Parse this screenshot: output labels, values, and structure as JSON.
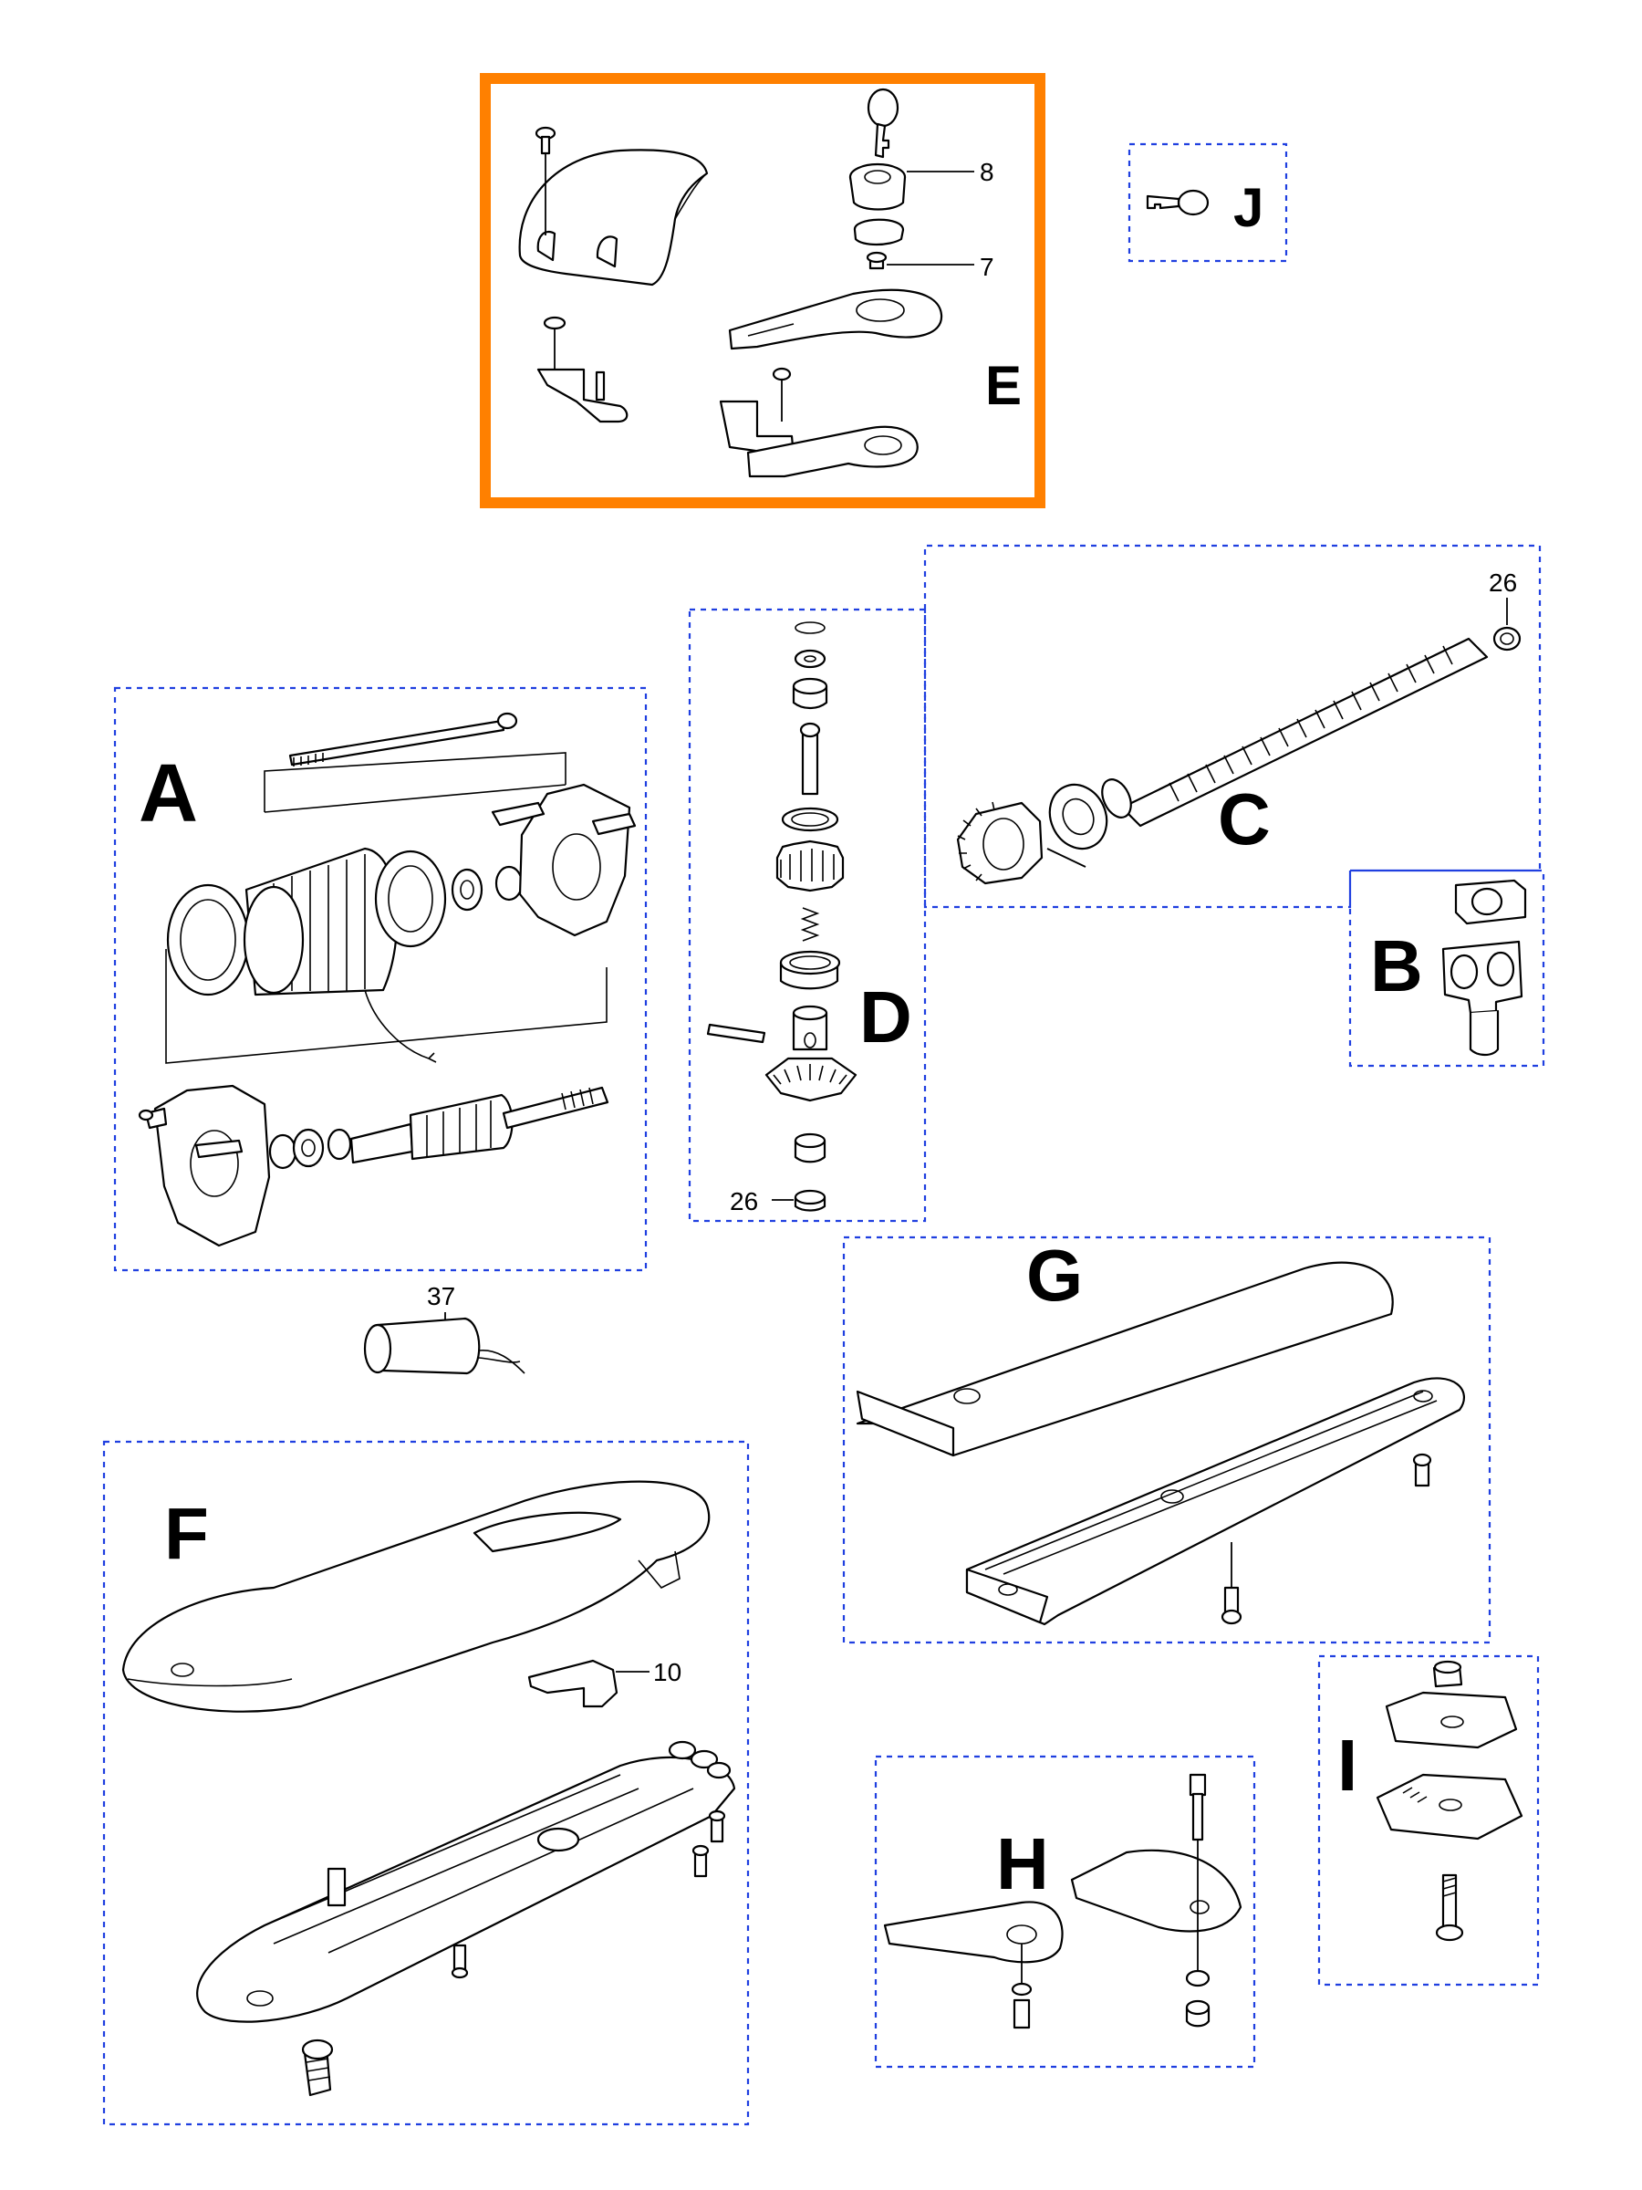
{
  "groups": {
    "A": {
      "letter": "A"
    },
    "B": {
      "letter": "B"
    },
    "C": {
      "letter": "C"
    },
    "D": {
      "letter": "D"
    },
    "E": {
      "letter": "E",
      "highlighted": true,
      "highlight_color": "#ff8000"
    },
    "F": {
      "letter": "F"
    },
    "G": {
      "letter": "G"
    },
    "H": {
      "letter": "H"
    },
    "I": {
      "letter": "I"
    },
    "J": {
      "letter": "J"
    }
  },
  "callouts": {
    "e_lock_cylinder": "8",
    "e_small_screw": "7",
    "c_end_bushing": "26",
    "d_bottom_bushing": "26",
    "capacitor": "37",
    "f_clip": "10"
  },
  "colors": {
    "group_border": "#1f3fe0",
    "highlight_border": "#ff8000",
    "line": "#000000"
  }
}
